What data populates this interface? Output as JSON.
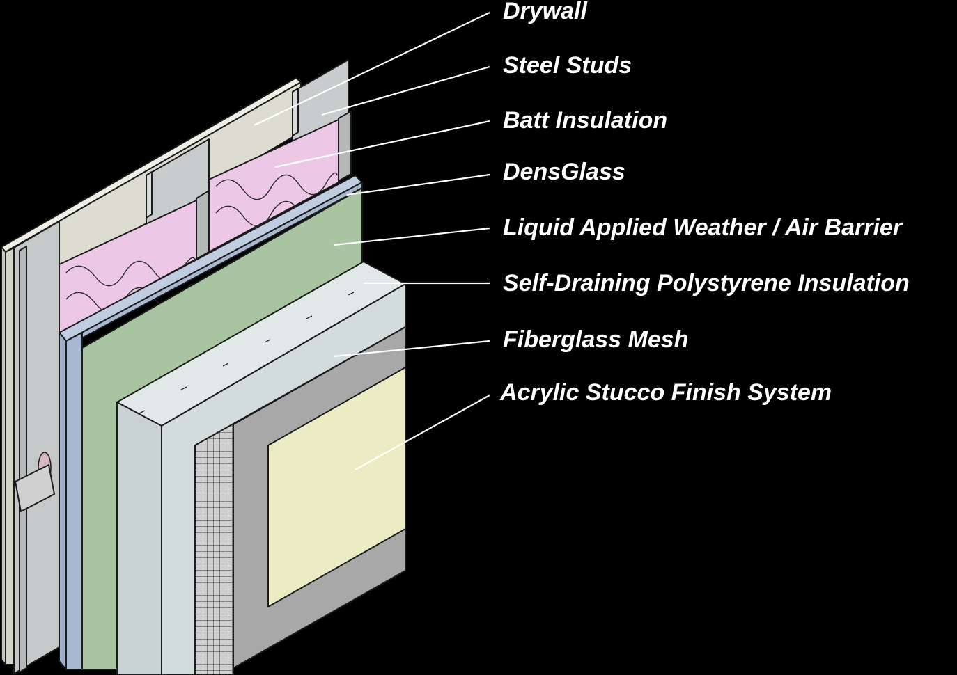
{
  "diagram": {
    "labels": [
      {
        "id": "drywall",
        "text": "Drywall"
      },
      {
        "id": "steel-studs",
        "text": "Steel Studs"
      },
      {
        "id": "batt-insulation",
        "text": "Batt Insulation"
      },
      {
        "id": "densglass",
        "text": "DensGlass"
      },
      {
        "id": "weather-barrier",
        "text": "Liquid Applied Weather / Air Barrier"
      },
      {
        "id": "polystyrene-insulation",
        "text": "Self-Draining Polystyrene Insulation"
      },
      {
        "id": "fiberglass-mesh",
        "text": "Fiberglass Mesh"
      },
      {
        "id": "stucco-finish",
        "text": "Acrylic Stucco Finish System"
      }
    ],
    "colors": {
      "background": "#000000",
      "drywall": "#dcdcd0",
      "steel": "#c4c8c8",
      "batt": "#ecc8e6",
      "densglass": "#a8b8d0",
      "barrier": "#a8c4a0",
      "polystyrene": "#d2dcdc",
      "mesh": "#c8c8c8",
      "stucco_base": "#a8a8a8",
      "stucco_finish": "#ececc4",
      "label": "#ffffff"
    }
  }
}
